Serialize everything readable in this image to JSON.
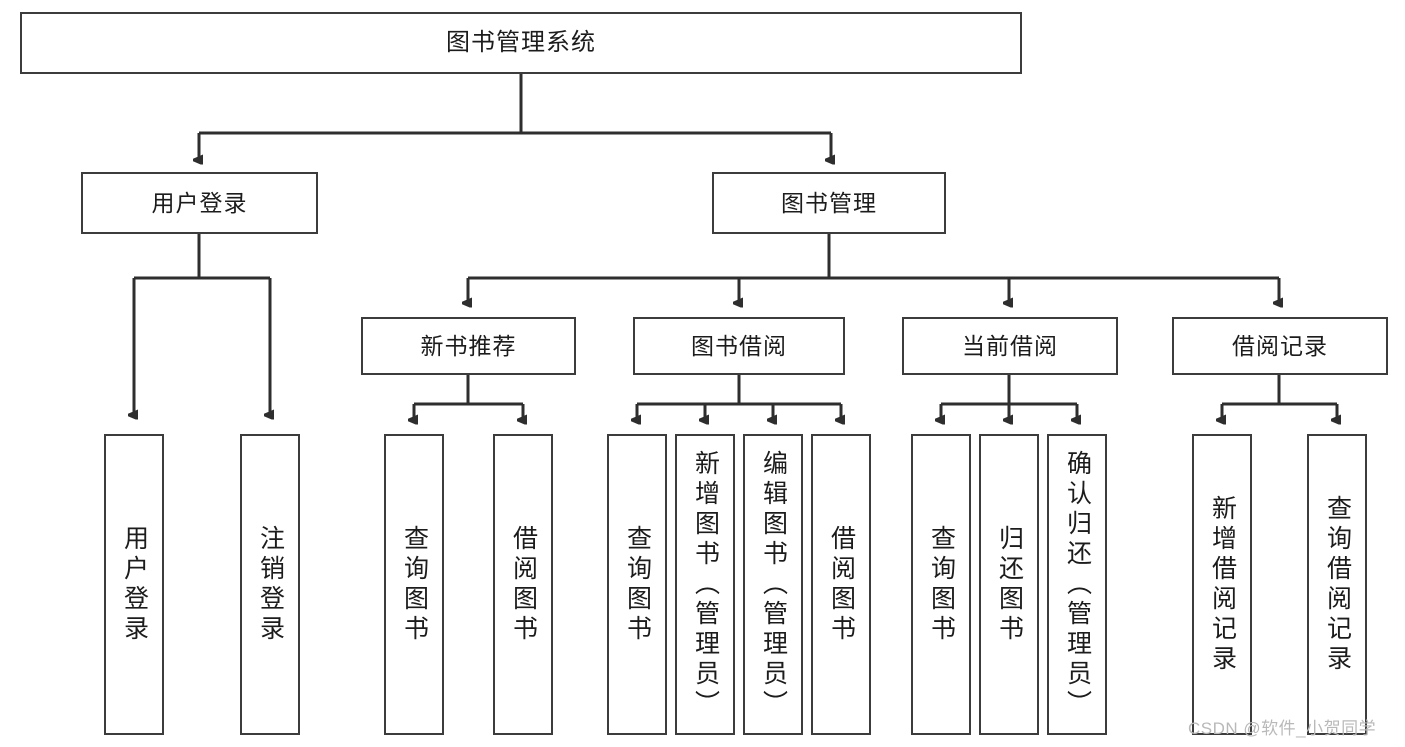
{
  "diagram": {
    "title": "图书管理系统",
    "type": "function-structure-tree",
    "root": {
      "id": "root",
      "label": "图书管理系统"
    },
    "level2": [
      {
        "id": "user-login",
        "label": "用户登录"
      },
      {
        "id": "book-manage",
        "label": "图书管理"
      }
    ],
    "level3": [
      {
        "id": "new-book-recommend",
        "label": "新书推荐"
      },
      {
        "id": "book-borrow",
        "label": "图书借阅"
      },
      {
        "id": "current-borrow",
        "label": "当前借阅"
      },
      {
        "id": "borrow-record",
        "label": "借阅记录"
      }
    ],
    "leaves": {
      "user_login": [
        {
          "id": "leaf-user-login",
          "label": "用户登录"
        },
        {
          "id": "leaf-user-logout",
          "label": "注销登录"
        }
      ],
      "new_book_recommend": [
        {
          "id": "leaf-query-book-1",
          "label": "查询图书"
        },
        {
          "id": "leaf-borrow-book-1",
          "label": "借阅图书"
        }
      ],
      "book_borrow": [
        {
          "id": "leaf-query-book-2",
          "label": "查询图书"
        },
        {
          "id": "leaf-add-book",
          "label": "新增图书（管理员）"
        },
        {
          "id": "leaf-edit-book",
          "label": "编辑图书（管理员）"
        },
        {
          "id": "leaf-borrow-book-2",
          "label": "借阅图书"
        }
      ],
      "current_borrow": [
        {
          "id": "leaf-query-book-3",
          "label": "查询图书"
        },
        {
          "id": "leaf-return-book",
          "label": "归还图书"
        },
        {
          "id": "leaf-confirm-return",
          "label": "确认归还（管理员）"
        }
      ],
      "borrow_record": [
        {
          "id": "leaf-add-record",
          "label": "新增借阅记录"
        },
        {
          "id": "leaf-query-record",
          "label": "查询借阅记录"
        }
      ]
    }
  },
  "watermark": {
    "text": "CSDN @软件_小贺同学"
  },
  "colors": {
    "background": "#ffffff",
    "node_border": "#3c3c3c",
    "node_fill": "#ffffff",
    "edge": "#2e2e2e",
    "text": "#1c1c1c",
    "watermark": "#b9b9b9"
  }
}
